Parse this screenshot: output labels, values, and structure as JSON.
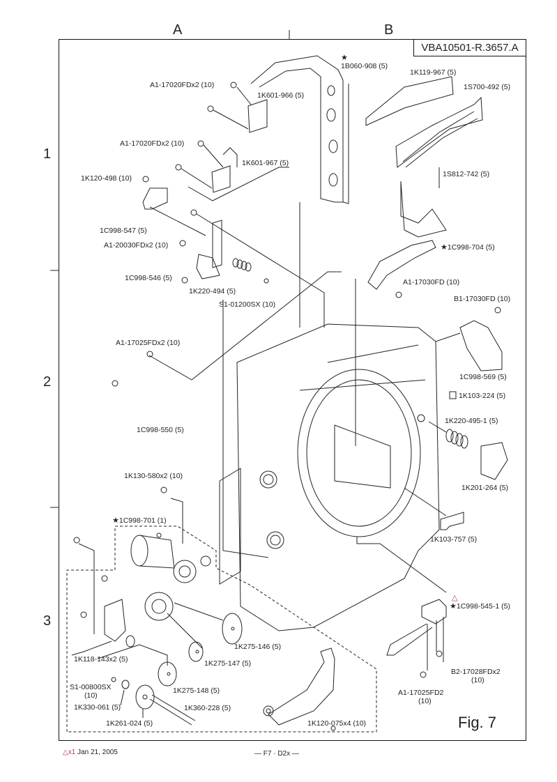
{
  "grid": {
    "columns": [
      "A",
      "B"
    ],
    "rows": [
      "1",
      "2",
      "3"
    ]
  },
  "document_code": "VBA10501-R.3657.A",
  "figure_label": "Fig.  7",
  "footer": {
    "revision_mark": "△x1",
    "date": "Jan 21, 2005",
    "page": "— F7 · D2x —"
  },
  "star_symbol": "★",
  "revision_triangle": "△",
  "parts": [
    {
      "id": "p1",
      "text": "1B060-908 (5)",
      "starred": true
    },
    {
      "id": "p2",
      "text": "1K119-967 (5)"
    },
    {
      "id": "p3",
      "text": "1S700-492 (5)"
    },
    {
      "id": "p4",
      "text": "A1-17020FDx2 (10)"
    },
    {
      "id": "p5",
      "text": "1K601-966 (5)"
    },
    {
      "id": "p6",
      "text": "A1-17020FDx2 (10)"
    },
    {
      "id": "p7",
      "text": "1K601-967 (5)"
    },
    {
      "id": "p8",
      "text": "1K120-498 (10)"
    },
    {
      "id": "p9",
      "text": "1S812-742 (5)"
    },
    {
      "id": "p10",
      "text": "1C998-547 (5)"
    },
    {
      "id": "p11",
      "text": "A1-20030FDx2 (10)"
    },
    {
      "id": "p12",
      "text": "1C998-704 (5)",
      "starred": true
    },
    {
      "id": "p13",
      "text": "1C998-546 (5)"
    },
    {
      "id": "p14",
      "text": "1K220-494 (5)"
    },
    {
      "id": "p15",
      "text": "S1-01200SX (10)"
    },
    {
      "id": "p16",
      "text": "A1-17030FD (10)"
    },
    {
      "id": "p17",
      "text": "B1-17030FD (10)"
    },
    {
      "id": "p18",
      "text": "A1-17025FDx2 (10)"
    },
    {
      "id": "p19",
      "text": "1C998-569 (5)"
    },
    {
      "id": "p20",
      "text": "1K103-224 (5)"
    },
    {
      "id": "p21",
      "text": "1C998-550 (5)"
    },
    {
      "id": "p22",
      "text": "1K220-495-1 (5)"
    },
    {
      "id": "p23",
      "text": "1K201-264 (5)"
    },
    {
      "id": "p24",
      "text": "1K130-580x2 (10)"
    },
    {
      "id": "p25",
      "text": "1C998-701 (1)",
      "starred": true
    },
    {
      "id": "p26",
      "text": "1K103-757 (5)"
    },
    {
      "id": "p27",
      "text": "1C998-545-1 (5)",
      "starred": true,
      "revised": true
    },
    {
      "id": "p28",
      "text": "1K275-146 (5)"
    },
    {
      "id": "p29",
      "text": "1K118-143x2 (5)"
    },
    {
      "id": "p30",
      "text": "1K275-147 (5)"
    },
    {
      "id": "p31",
      "text": "B2-17028FDx2"
    },
    {
      "id": "p31b",
      "text": "(10)"
    },
    {
      "id": "p32",
      "text": "S1-00800SX"
    },
    {
      "id": "p32b",
      "text": "(10)"
    },
    {
      "id": "p33",
      "text": "1K275-148 (5)"
    },
    {
      "id": "p34",
      "text": "A1-17025FD2"
    },
    {
      "id": "p34b",
      "text": "(10)"
    },
    {
      "id": "p35",
      "text": "1K330-061 (5)"
    },
    {
      "id": "p36",
      "text": "1K360-228 (5)"
    },
    {
      "id": "p37",
      "text": "1K261-024 (5)"
    },
    {
      "id": "p38",
      "text": "1K120-075x4 (10)"
    }
  ]
}
